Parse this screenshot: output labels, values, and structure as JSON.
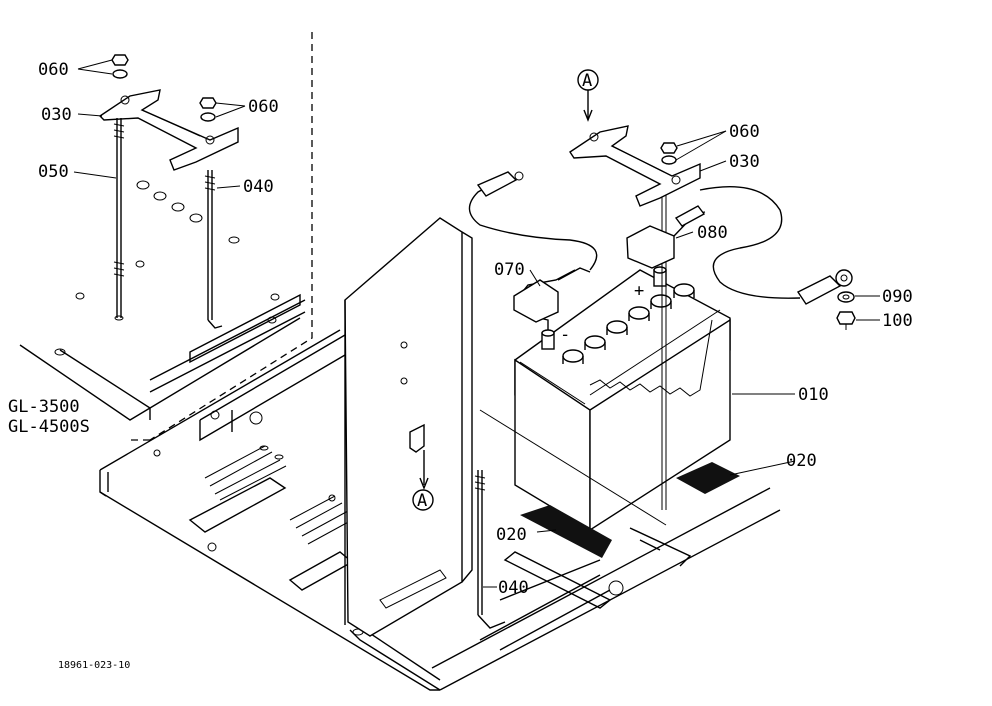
{
  "labels": {
    "l060a": "060",
    "l030a": "030",
    "l050": "050",
    "l040a": "040",
    "l060b": "060",
    "l060c": "060",
    "l030b": "030",
    "l080": "080",
    "l070": "070",
    "l090": "090",
    "l100": "100",
    "l010": "010",
    "l020a": "020",
    "l020b": "020",
    "l040b": "040",
    "model1": "GL-3500",
    "model2": "GL-4500S",
    "refA1": "A",
    "refA2": "A",
    "terminal_plus": "+",
    "terminal_minus": "-",
    "drawing_number": "18961-023-10"
  }
}
